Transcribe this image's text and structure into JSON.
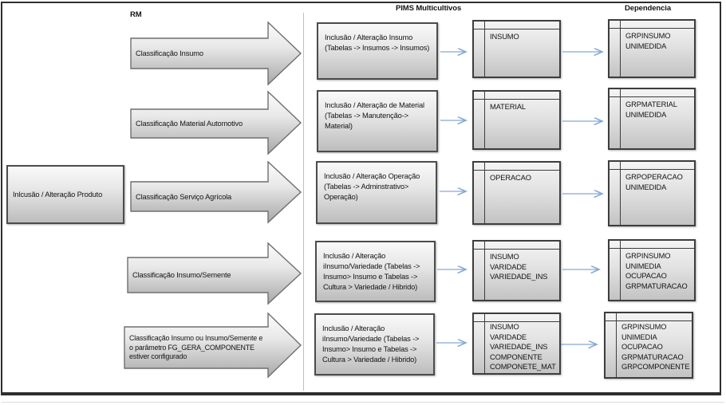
{
  "headers": {
    "rm": "RM",
    "pims": "PIMS Multicultivos",
    "dependencia": "Dependencia"
  },
  "source": {
    "label": "Inlcusão / Alteração Produto"
  },
  "rows": [
    {
      "classification": "Classificação Insumo",
      "process": "Inclusão / Alteração Insumo\n(Tabelas -> Insumos -> Insumos)",
      "pims_table": "INSUMO",
      "dependencies": "GRPINSUMO\nUNIMEDIDA"
    },
    {
      "classification": "Classificação Material Automotivo",
      "process": "Inclusão / Alteração de Material\n(Tabelas -> Manutenção->\nMaterial)",
      "pims_table": "MATERIAL",
      "dependencies": "GRPMATERIAL\nUNIMEDIDA"
    },
    {
      "classification": "Classificação Serviço Agrícola",
      "process": "Inclusão / Alteração Operação\n(Tabelas -> Adminstrativo>\nOperação)",
      "pims_table": "OPERACAO",
      "dependencies": "GRPOPERACAO\nUNIMEDIDA"
    },
    {
      "classification": "Classificação Insumo/Semente",
      "process": "Inclusão / Alteração\niInsumo/Variedade (Tabelas ->\nInsumo> Insumo e Tabelas ->\nCultura > Variedade / Hibrido)",
      "pims_table": "INSUMO\nVARIDADE\nVARIEDADE_INS",
      "dependencies": "GRPINSUMO\nUNIMEDIA\nOCUPACAO\nGRPMATURACAO"
    },
    {
      "classification": "Classificação Insumo ou Insumo/Semente e\no parâmetro FG_GERA_COMPONENTE\nestiver configurado",
      "process": "Inclusão / Alteração\niInsumo/Variedade (Tabelas ->\nInsumo> Insumo e Tabelas ->\nCultura > Variedade / Hibrido)",
      "pims_table": "INSUMO\nVARIDADE\nVARIEDADE_INS\nCOMPONENTE\nCOMPONETE_MAT",
      "dependencies": "GRPINSUMO\nUNIMEDIA\nOCUPACAO\nGRPMATURACAO\nGRPCOMPONENTE"
    }
  ],
  "colors": {
    "connector_blue": "#84a9d4",
    "divider_blue": "#a6c5e8",
    "shape_border": "#4c4c4c",
    "table_border": "#3d3d3d",
    "fill_top": "#f9f9f9",
    "fill_bottom": "#bdbdbd",
    "frame": "#2e2e2e"
  }
}
